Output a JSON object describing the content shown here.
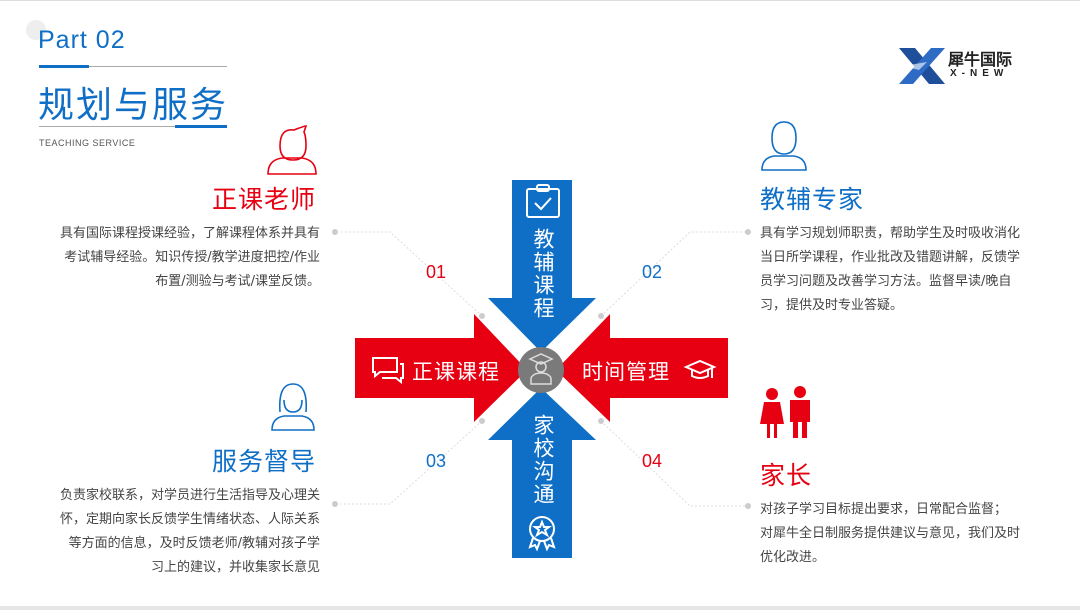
{
  "header": {
    "part": "Part  02",
    "title": "规划与服务",
    "subtitle": "TEACHING SERVICE"
  },
  "logo": {
    "name_cn": "犀牛国际",
    "name_en": "X-NEW"
  },
  "colors": {
    "red": "#e60012",
    "blue": "#0f6fc6"
  },
  "center": {
    "top": "教辅课程",
    "left": "正课课程",
    "right": "时间管理",
    "bottom": "家校沟通"
  },
  "sections": [
    {
      "num": "01",
      "title": "正课老师",
      "icon": "teacher-icon",
      "lines": [
        "具有国际课程授课经验，了解课程体系并具有",
        "考试辅导经验。知识传授/教学进度把控/作业",
        "布置/测验与考试/课堂反馈。"
      ]
    },
    {
      "num": "02",
      "title": "教辅专家",
      "icon": "expert-icon",
      "lines": [
        "具有学习规划师职责，帮助学生及时吸收消化",
        "当日所学课程，作业批改及错题讲解，反馈学",
        "员学习问题及改善学习方法。监督早读/晚自",
        "习，提供及时专业答疑。"
      ]
    },
    {
      "num": "03",
      "title": "服务督导",
      "icon": "supervisor-icon",
      "lines": [
        "负责家校联系，对学员进行生活指导及心理关",
        "怀，定期向家长反馈学生情绪状态、人际关系",
        "等方面的信息，及时反馈老师/教辅对孩子学",
        "习上的建议，并收集家长意见"
      ]
    },
    {
      "num": "04",
      "title": "家长",
      "icon": "parents-icon",
      "lines": [
        "对孩子学习目标提出要求，日常配合监督；",
        "对犀牛全日制服务提供建议与意见，我们及时",
        "优化改进。"
      ]
    }
  ]
}
